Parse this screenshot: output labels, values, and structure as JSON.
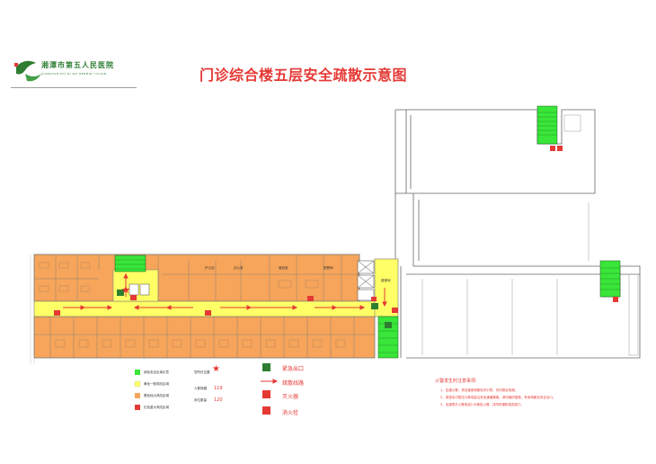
{
  "header": {
    "hospital_name": "湘潭市第五人民医院",
    "hospital_name_en": "XIANGTAN SHI DI WU RENMIN YIYUAN",
    "title": "门诊综合楼五层安全疏散示意图",
    "brand_color": "#2e7d32",
    "title_color": "#e53935"
  },
  "legend": {
    "items": [
      {
        "label": "绿色安全区域示意",
        "color": "#39e639"
      },
      {
        "label": "黄色一般风险区域",
        "color": "#ffff66"
      },
      {
        "label": "橙色较大风险区域",
        "color": "#f6a55a"
      },
      {
        "label": "红色重大风险区域",
        "color": "#e53935"
      }
    ],
    "stats": [
      {
        "label": "您所在位置",
        "value": "★"
      },
      {
        "label": "人数规模",
        "value": "119"
      },
      {
        "label": "床位数量",
        "value": "120"
      }
    ],
    "symbols": [
      {
        "label": "紧急出口",
        "icon": "exit-icon"
      },
      {
        "label": "疏散线路",
        "icon": "arrow-icon"
      },
      {
        "label": "灭火器",
        "icon": "extinguisher-icon"
      },
      {
        "label": "消火栓",
        "icon": "hydrant-icon"
      }
    ]
  },
  "notes": {
    "title": "火警发生时注意事项:",
    "items": [
      "1、应遇火警，请迅速按疏散标识引导，切勿乘坐电梯。",
      "2、用湿毛巾捂住口鼻低姿沿安全通道撤离，请勿拥挤推搡，有序疏散至安全出口。",
      "3、迅速拨打火警电话119报告火情，并同时通知相关部门。"
    ]
  },
  "rooms": {
    "top_labels": [
      "护士站",
      "办公室",
      "值班室",
      "配餐间"
    ],
    "stair_label": "楼梯间"
  }
}
